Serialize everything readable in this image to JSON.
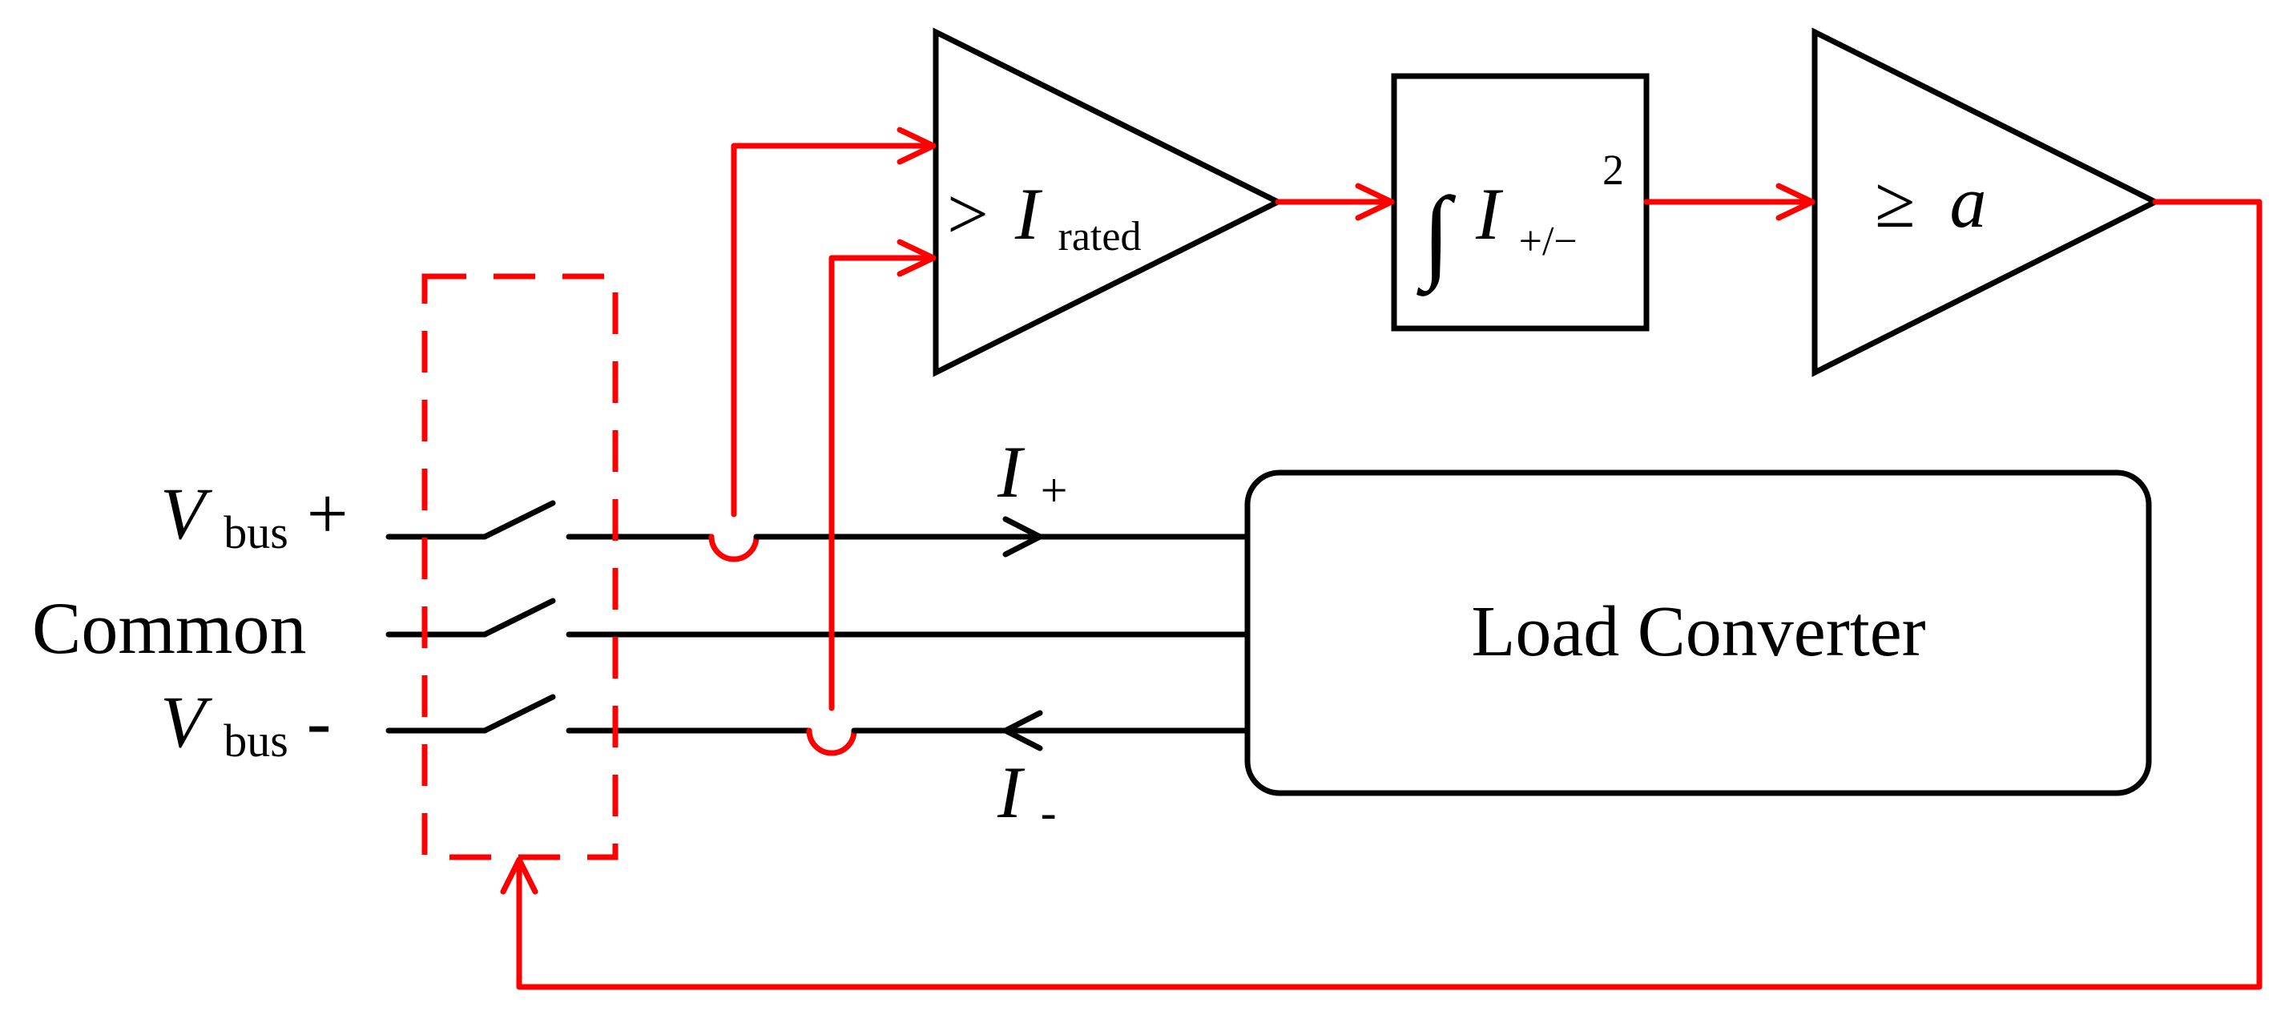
{
  "labels": {
    "vbus": "V",
    "bus_sub": "bus",
    "plus_sign": "+",
    "minus_sign": "-",
    "common": "Common",
    "current_symbol": "I",
    "rated_sub": "rated",
    "gt_sign": ">",
    "integral_sign": "∫",
    "pm_sub": "+/−",
    "square_sup": "2",
    "ge_sign": "≥",
    "threshold": "a",
    "load_converter": "Load Converter"
  },
  "colors": {
    "power_lines": "#000000",
    "control_path": "#ff0000"
  }
}
